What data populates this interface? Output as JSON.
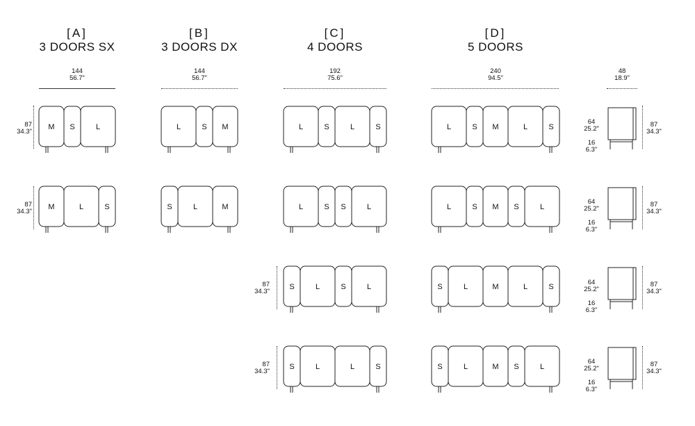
{
  "columns": [
    {
      "code": "[A]",
      "name": "3 DOORS SX",
      "width_cm": "144",
      "width_in": "56.7\""
    },
    {
      "code": "[B]",
      "name": "3 DOORS DX",
      "width_cm": "144",
      "width_in": "56.7\""
    },
    {
      "code": "[C]",
      "name": "4 DOORS",
      "width_cm": "192",
      "width_in": "75.6\""
    },
    {
      "code": "[D]",
      "name": "5 DOORS",
      "width_cm": "240",
      "width_in": "94.5\""
    }
  ],
  "side": {
    "depth_cm": "48",
    "depth_in": "18.9\""
  },
  "height": {
    "cm": "87",
    "in": "34.3\""
  },
  "body_height": {
    "cm": "64",
    "in": "25.2\""
  },
  "leg_height": {
    "cm": "16",
    "in": "6.3\""
  },
  "configurations": {
    "A": [
      [
        "M",
        "S",
        "L"
      ],
      [
        "M",
        "L",
        "S"
      ]
    ],
    "B": [
      [
        "L",
        "S",
        "M"
      ],
      [
        "S",
        "L",
        "M"
      ]
    ],
    "C": [
      [
        "L",
        "S",
        "L",
        "S"
      ],
      [
        "L",
        "S",
        "S",
        "L"
      ],
      [
        "S",
        "L",
        "S",
        "L"
      ],
      [
        "S",
        "L",
        "L",
        "S"
      ]
    ],
    "D": [
      [
        "L",
        "S",
        "M",
        "L",
        "S"
      ],
      [
        "L",
        "S",
        "M",
        "S",
        "L"
      ],
      [
        "S",
        "L",
        "M",
        "L",
        "S"
      ],
      [
        "S",
        "L",
        "M",
        "S",
        "L"
      ]
    ]
  }
}
